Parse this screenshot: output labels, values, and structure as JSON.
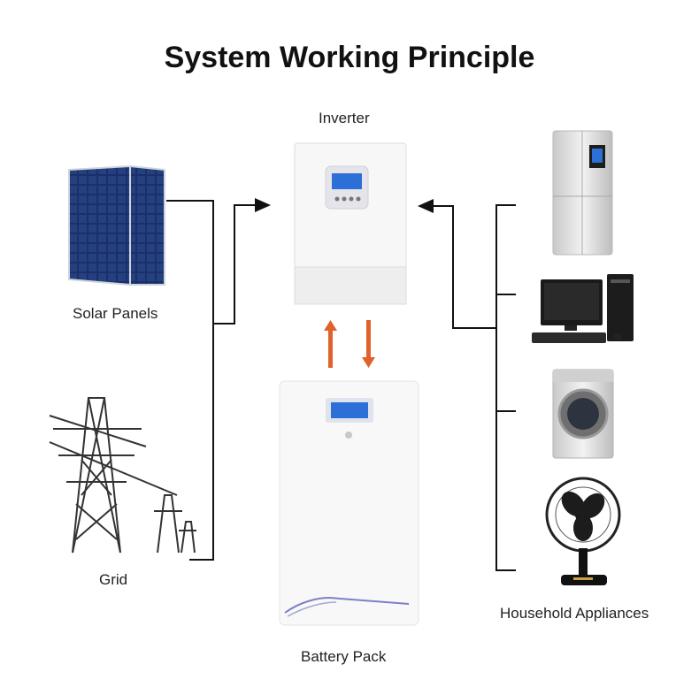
{
  "title": "System Working Principle",
  "labels": {
    "inverter": "Inverter",
    "solar_panels": "Solar Panels",
    "grid": "Grid",
    "battery_pack": "Battery Pack",
    "household_appliances": "Household Appliances"
  },
  "colors": {
    "line": "#111111",
    "battery_arrow": "#e0622a",
    "lcd": "#2c6fd6"
  },
  "icons": [
    "solar-panel-icon",
    "power-grid-tower-icon",
    "inverter-icon",
    "battery-pack-icon",
    "refrigerator-icon",
    "desktop-computer-icon",
    "washing-machine-icon",
    "electric-fan-icon"
  ]
}
